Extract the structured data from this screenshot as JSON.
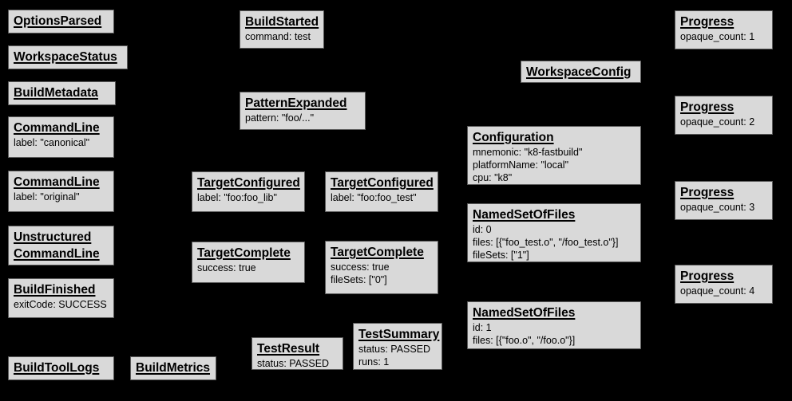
{
  "diagram": {
    "description": "Build event protocol event graph",
    "colors": {
      "background": "#000000",
      "node_fill": "#d9d9d9",
      "node_border": "#5a5a5a",
      "node_text": "#000000"
    },
    "nodes": [
      {
        "title": "OptionsParsed",
        "lines": []
      },
      {
        "title": "WorkspaceStatus",
        "lines": []
      },
      {
        "title": "BuildMetadata",
        "lines": []
      },
      {
        "title": "CommandLine",
        "lines": [
          "label: \"canonical\""
        ]
      },
      {
        "title": "CommandLine",
        "lines": [
          "label: \"original\""
        ]
      },
      {
        "title": "Unstructured CommandLine",
        "lines": []
      },
      {
        "title": "BuildFinished",
        "lines": [
          "exitCode: SUCCESS"
        ]
      },
      {
        "title": "BuildToolLogs",
        "lines": []
      },
      {
        "title": "BuildMetrics",
        "lines": []
      },
      {
        "title": "BuildStarted",
        "lines": [
          "command: test"
        ]
      },
      {
        "title": "PatternExpanded",
        "lines": [
          "pattern: \"foo/...\""
        ]
      },
      {
        "title": "TargetConfigured",
        "lines": [
          "label: \"foo:foo_lib\""
        ]
      },
      {
        "title": "TargetConfigured",
        "lines": [
          "label: \"foo:foo_test\""
        ]
      },
      {
        "title": "TargetComplete",
        "lines": [
          "success: true"
        ]
      },
      {
        "title": "TargetComplete",
        "lines": [
          "success: true",
          "fileSets: [\"0\"]"
        ]
      },
      {
        "title": "TestResult",
        "lines": [
          "status: PASSED"
        ]
      },
      {
        "title": "TestSummary",
        "lines": [
          "status: PASSED",
          "runs: 1"
        ]
      },
      {
        "title": "WorkspaceConfig",
        "lines": []
      },
      {
        "title": "Configuration",
        "lines": [
          "mnemonic: \"k8-fastbuild\"",
          "platformName: \"local\"",
          "cpu: \"k8\""
        ]
      },
      {
        "title": "NamedSetOfFiles",
        "lines": [
          "id: 0",
          "files: [{\"foo_test.o\", \"/foo_test.o\"}]",
          "fileSets: [\"1\"]"
        ]
      },
      {
        "title": "NamedSetOfFiles",
        "lines": [
          "id: 1",
          "files: [{\"foo.o\", \"/foo.o\"}]"
        ]
      },
      {
        "title": "Progress",
        "lines": [
          "opaque_count: 1"
        ]
      },
      {
        "title": "Progress",
        "lines": [
          "opaque_count: 2"
        ]
      },
      {
        "title": "Progress",
        "lines": [
          "opaque_count: 3"
        ]
      },
      {
        "title": "Progress",
        "lines": [
          "opaque_count: 4"
        ]
      }
    ]
  }
}
